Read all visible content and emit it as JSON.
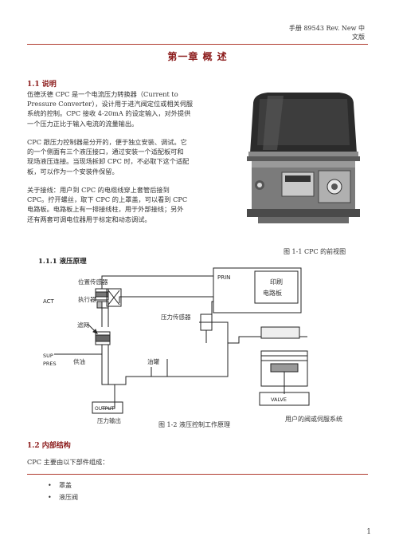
{
  "header": {
    "line1": "手册 89543 Rev. New 中",
    "line2": "文版"
  },
  "chapter_title": "第一章 概 述",
  "section_1_1": {
    "heading": "1.1 说明",
    "p1": [
      "伍德沃德 CPC 是一个电流压力转换器（Current to",
      "Pressure Converter），设计用于进汽阀定位或相关伺服",
      "系统的控制。CPC 接收 4-20mA 的设定输入，对外提供",
      "一个压力正比于输入电流的流量输出。"
    ],
    "p2": [
      "CPC 跟压力控制器是分开的，便于独立安装、调试。它",
      "的一个侧面有三个液压接口，通过安装一个适配板可和",
      "现场液压连接。当现场拆卸 CPC 时，不必取下这个适配",
      "板，可以作为一个安装件保留。"
    ],
    "p3": [
      "关于接线：用户到 CPC 的电缆线穿上套管后接到",
      "CPC。拧开螺丝，取下 CPC 的上罩盖，可以看到 CPC",
      "电路板。电路板上有一排接线柱，用于外部接线；另外",
      "还有两套可调电位器用于标定和动态调试。"
    ],
    "figure_1_caption": "图 1-1 CPC 的前视图"
  },
  "section_1_1_1": {
    "heading": "1.1.1 液压原理"
  },
  "diagram": {
    "pcb_label_1": "印刷",
    "pcb_label_2": "电路板",
    "pcb_tag": "PRIN",
    "position_sensor": "位置传感器",
    "actuator": "执行器",
    "act_tag": "ACT",
    "filter": "滤网",
    "pressure_sensor": "压力传感器",
    "supply": "供油",
    "supply_tag_1": "SUP",
    "supply_tag_2": "PRES",
    "tank": "油罐",
    "output_tag": "OUTPUT",
    "pressure_output": "压力输出",
    "valve_tag": "VALVE",
    "user_valve": "用户的阀或伺服系统",
    "caption": "图 1-2 液压控制工作原理"
  },
  "section_1_2": {
    "heading": "1.2 内部结构",
    "intro": "CPC 主要由以下部件组成：",
    "items": [
      "罩盖",
      "液压阀"
    ]
  },
  "page_number": "1",
  "colors": {
    "accent": "#8b1a1a",
    "rule": "#b03a2e"
  }
}
